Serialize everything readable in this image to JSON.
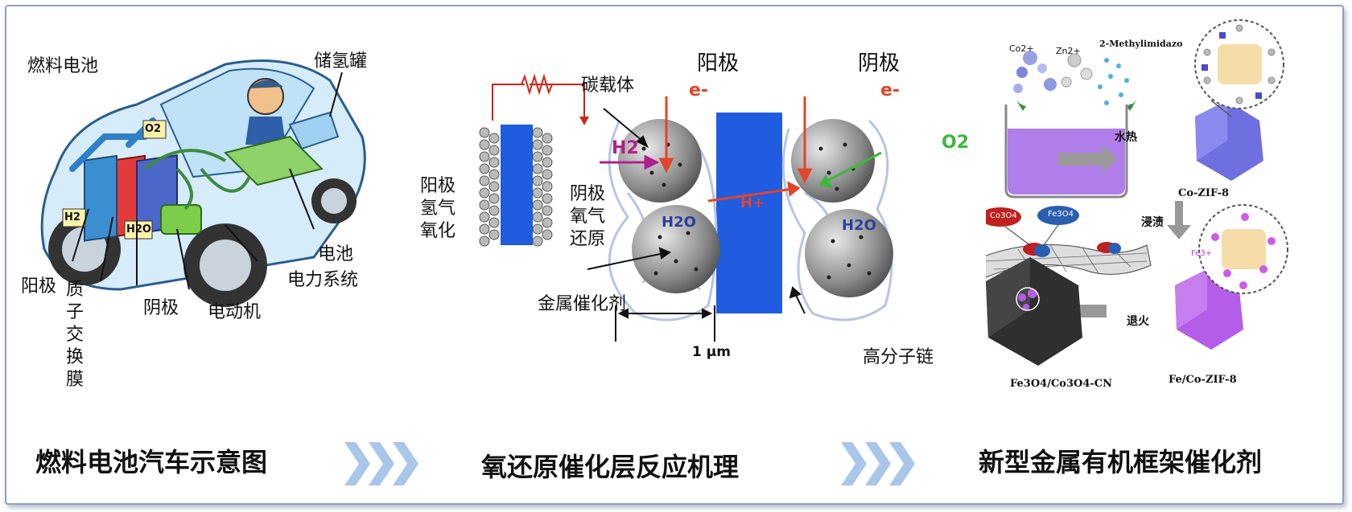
{
  "colors": {
    "frame": "#8aa0c4",
    "membrane": "#1f5ce0",
    "chevron": "#a9c6ea",
    "accent_red": "#e0462a",
    "o2_green": "#3cb83c",
    "h2_magenta": "#b0208c"
  },
  "panel_car": {
    "title": "燃料电池",
    "labels": {
      "tank": "储氢罐",
      "battery": "电池",
      "power_system": "电力系统",
      "motor": "电动机",
      "cathode": "阴极",
      "membrane": "质子交换膜",
      "anode": "阳极"
    },
    "chips": {
      "o2": "O2",
      "h2": "H2",
      "h2o": "H2O"
    }
  },
  "panel_orr": {
    "anode_title": "阳极",
    "cathode_title": "阴极",
    "carbon_support": "碳载体",
    "anode_left_lines": [
      "阳极",
      "氢气",
      "氧化"
    ],
    "cathode_left_lines": [
      "阴极",
      "氧气",
      "还原"
    ],
    "metal_catalyst": "金属催化剂",
    "polymer_chain": "高分子链",
    "scale": "1 μm",
    "species": {
      "h2": "H2",
      "o2": "O2",
      "h2o": "H2O",
      "h_plus": "H+",
      "e_minus": "e-"
    }
  },
  "panel_mof": {
    "reagents": {
      "co": "Co2+",
      "zn": "Zn2+",
      "mim": "2-Methylimidazo"
    },
    "steps": {
      "hydrothermal": "水热",
      "impregnate": "浸渍",
      "anneal": "退火"
    },
    "products": {
      "zif8": "Co-ZIF-8",
      "fe_zif8": "Fe/Co-ZIF-8",
      "final": "Fe3O4/Co3O4-CN"
    },
    "tags": {
      "co3o4": "Co3O4",
      "fe3o4": "Fe3O4",
      "fe3": "Fe3+"
    }
  },
  "captions": [
    "燃料电池汽车示意图",
    "氧还原催化层反应机理",
    "新型金属有机框架催化剂"
  ]
}
